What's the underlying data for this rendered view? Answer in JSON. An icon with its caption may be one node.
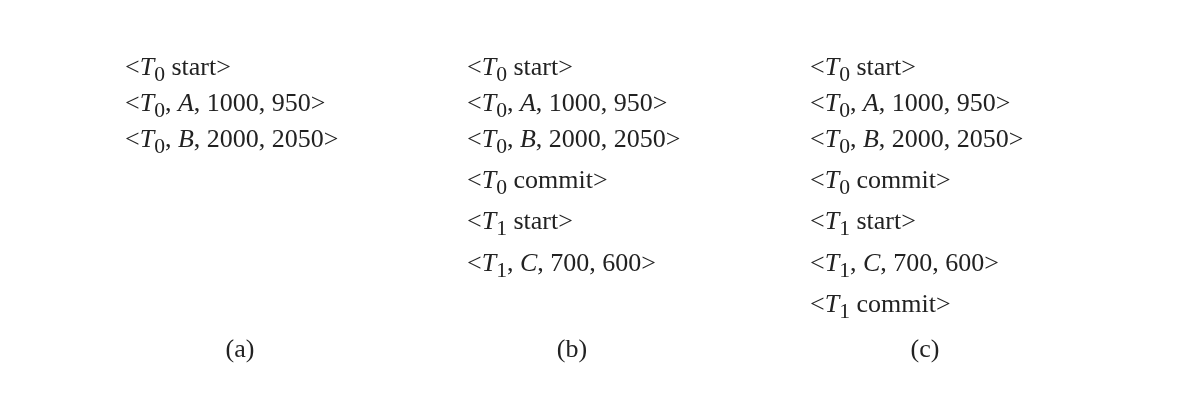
{
  "diagram": {
    "labels": [
      "<*T*$_{0}$ start>",
      "<*T*$_{0}$, *A*, 1000, 950>",
      "<*T*$_{0}$, *B*, 2000, 2050>",
      "(a)",
      "<*T*$_{0}$ start>",
      "<*T*$_{0}$, *A*, 1000, 950>",
      "<*T*$_{0}$, *B*, 2000, 2050>",
      "<*T*$_{0}$ commit>",
      "<*T*$_{1}$ start>",
      "<*T*$_{1}$, *C*, 700, 600>",
      "(b)",
      "<*T*$_{0}$ start>",
      "<*T*$_{0}$, *A*, 1000, 950>",
      "<*T*$_{0}$, *B*, 2000, 2050>",
      "<*T*$_{0}$ commit>",
      "<*T*$_{1}$ start>",
      "<*T*$_{1}$, *C*, 700, 600>",
      "<*T*$_{1}$ commit>",
      "(c)"
    ]
  }
}
